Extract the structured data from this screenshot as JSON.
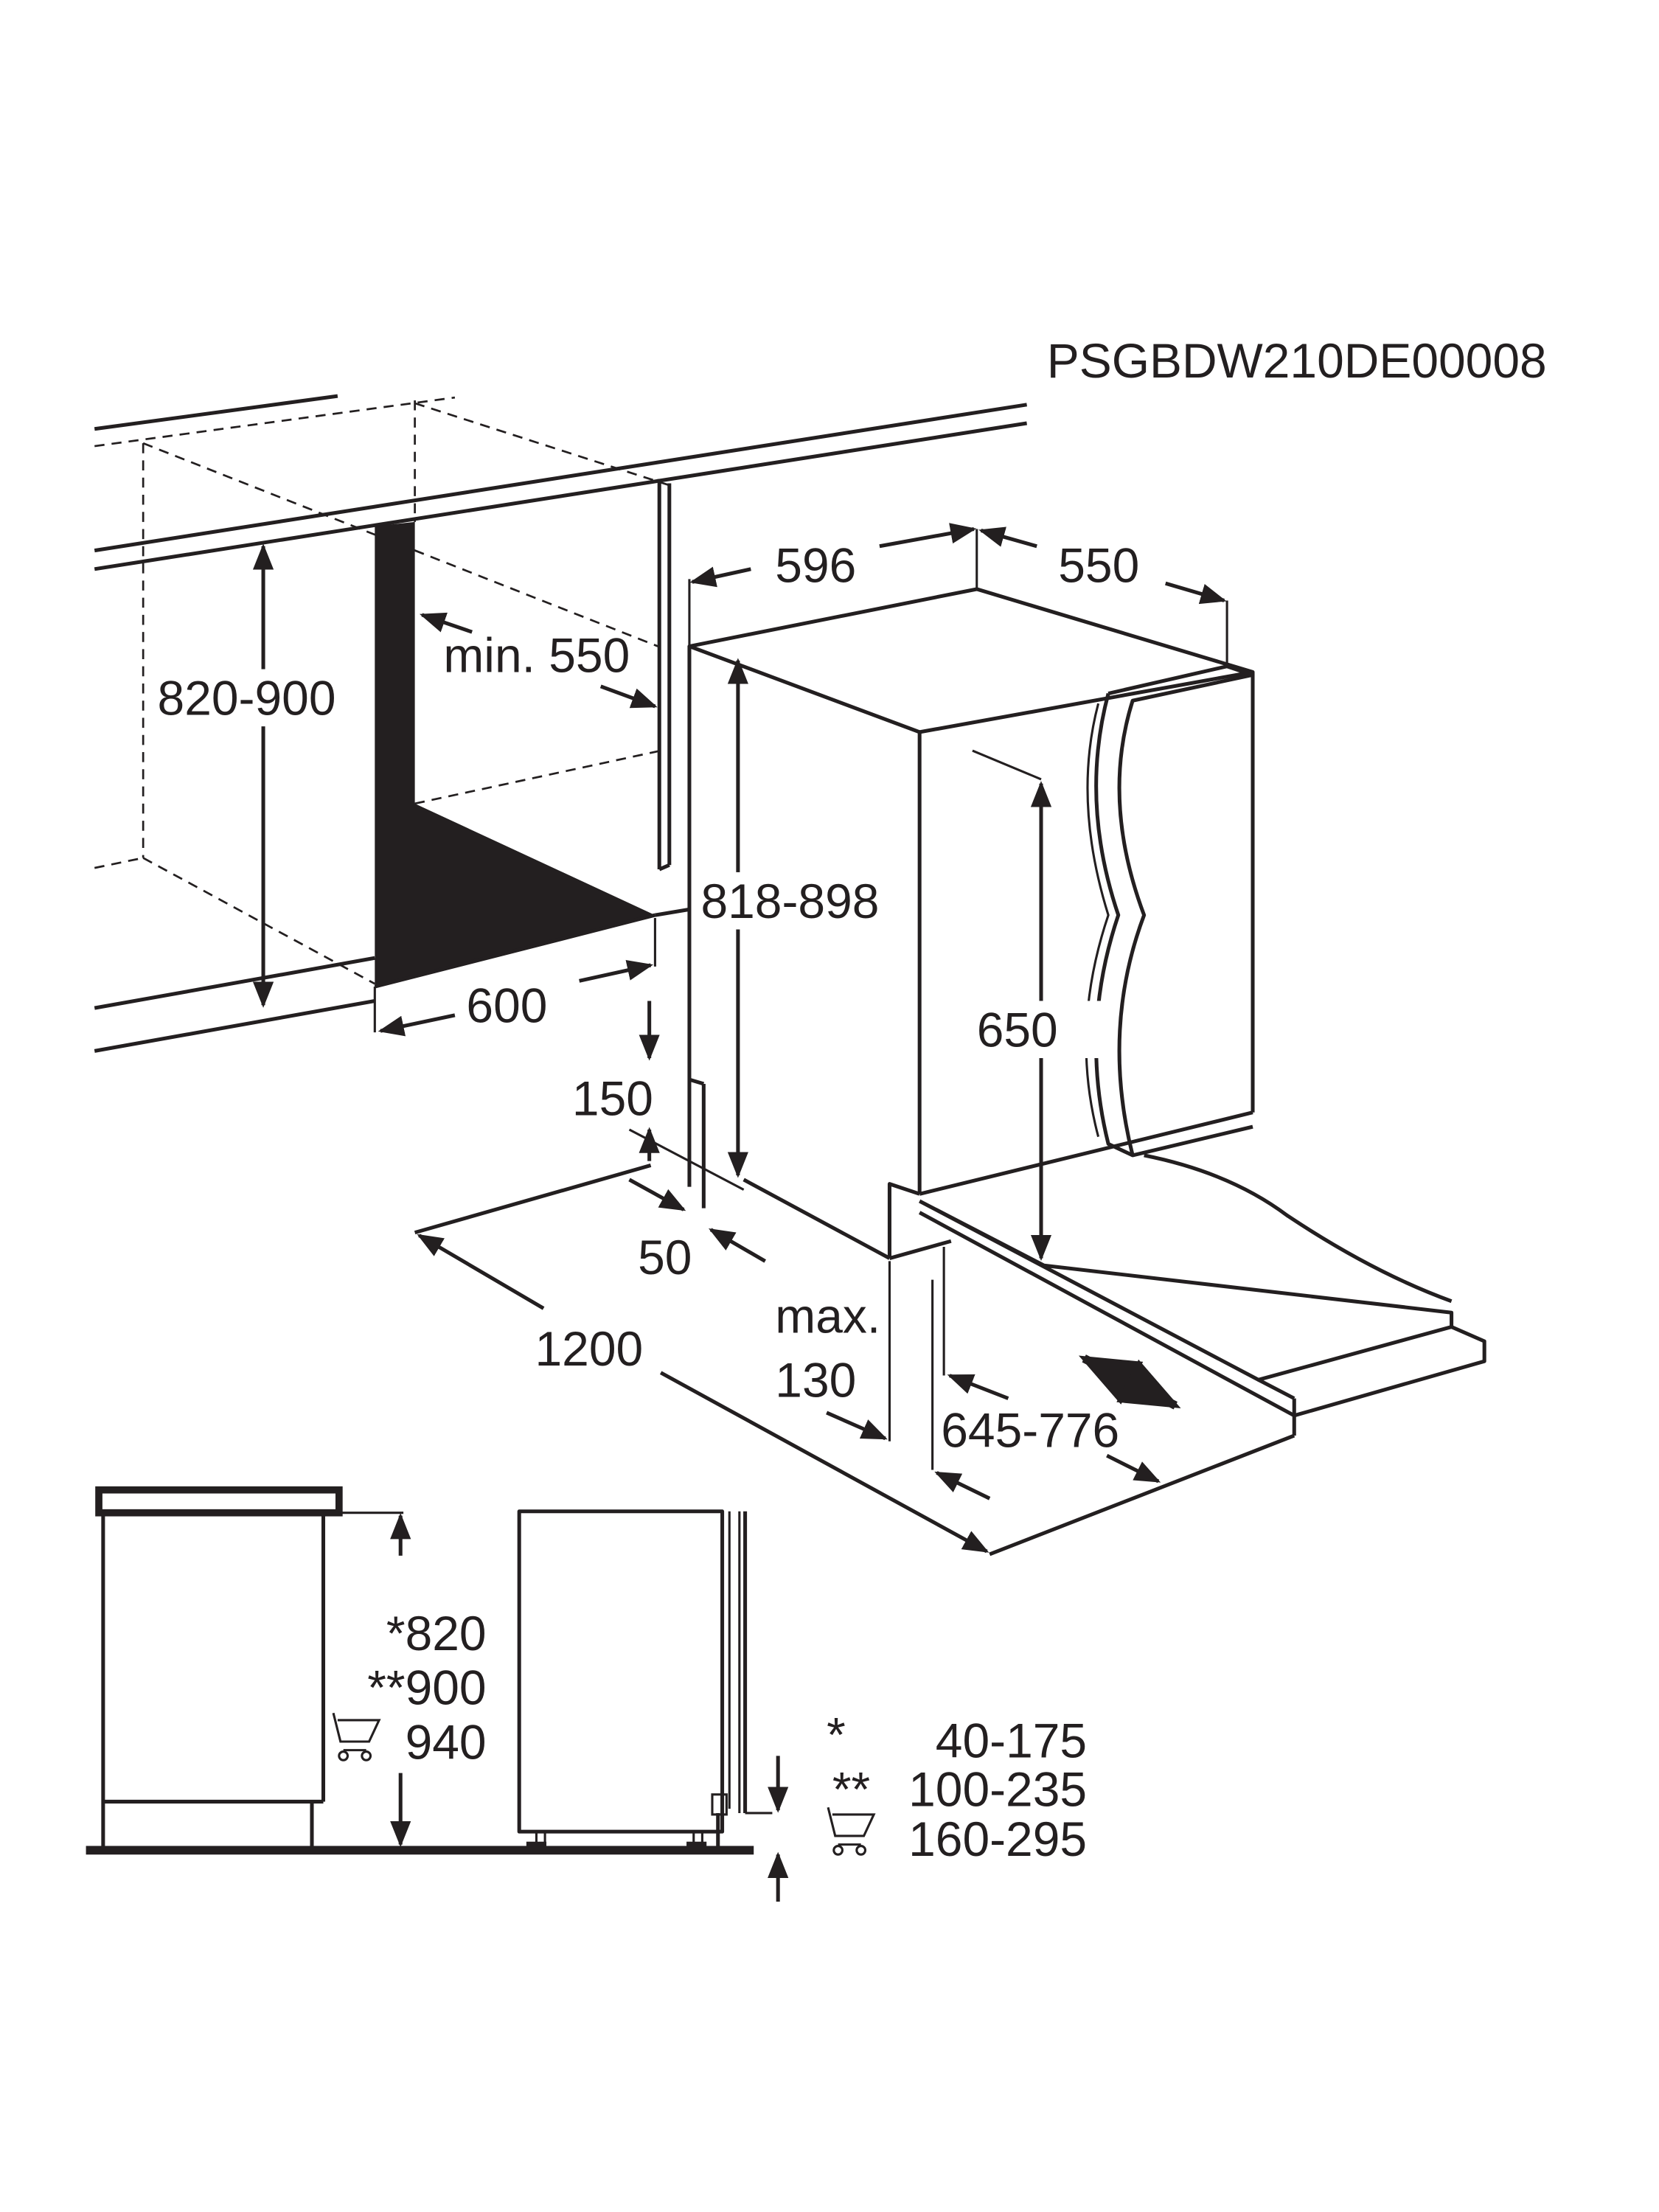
{
  "document_code": "PSGBDW210DE00008",
  "dimensions": {
    "niche_height": "820-900",
    "niche_depth": "min. 550",
    "niche_width": "600",
    "appliance_width": "596",
    "appliance_depth": "550",
    "appliance_height": "818-898",
    "door_height": "650",
    "plinth_height": "150",
    "plinth_depth": "50",
    "door_swing": "1200",
    "max_label": "max.",
    "max_value": "130",
    "door_offset": "645-776"
  },
  "side_view": {
    "heights": [
      {
        "mark": "*",
        "value": "*820"
      },
      {
        "mark": "**",
        "value": "**900"
      },
      {
        "mark": "cart-icon",
        "value": "940"
      }
    ],
    "plinth_ranges": [
      {
        "mark": "*",
        "value": "40-175"
      },
      {
        "mark": "**",
        "value": "100-235"
      },
      {
        "mark": "cart-icon",
        "value": "160-295"
      }
    ]
  }
}
